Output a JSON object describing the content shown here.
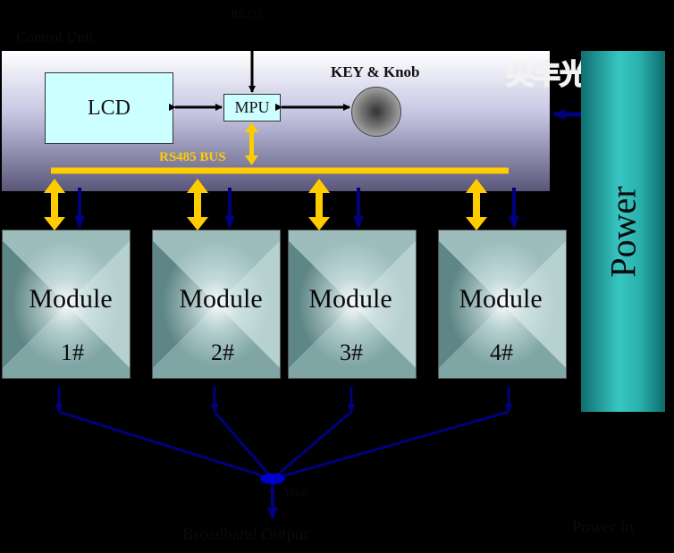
{
  "labels": {
    "rs232": "RS232",
    "control_unit": "Control Unit",
    "lcd": "LCD",
    "mpu": "MPU",
    "key_knob": "KEY & Knob",
    "rs485": "RS485 BUS",
    "watermark": "尖丰光电",
    "power": "Power",
    "wire": "Wire",
    "output": "Broadband Output",
    "power_in": "Power In"
  },
  "modules": [
    {
      "name": "Module",
      "num": "1#"
    },
    {
      "name": "Module",
      "num": "2#"
    },
    {
      "name": "Module",
      "num": "3#"
    },
    {
      "name": "Module",
      "num": "4#"
    }
  ],
  "colors": {
    "bus": "#ffcc00",
    "arrow_blue": "#000080",
    "lcd_fill": "#ccffff",
    "power_fill": "#2ab0ad"
  }
}
